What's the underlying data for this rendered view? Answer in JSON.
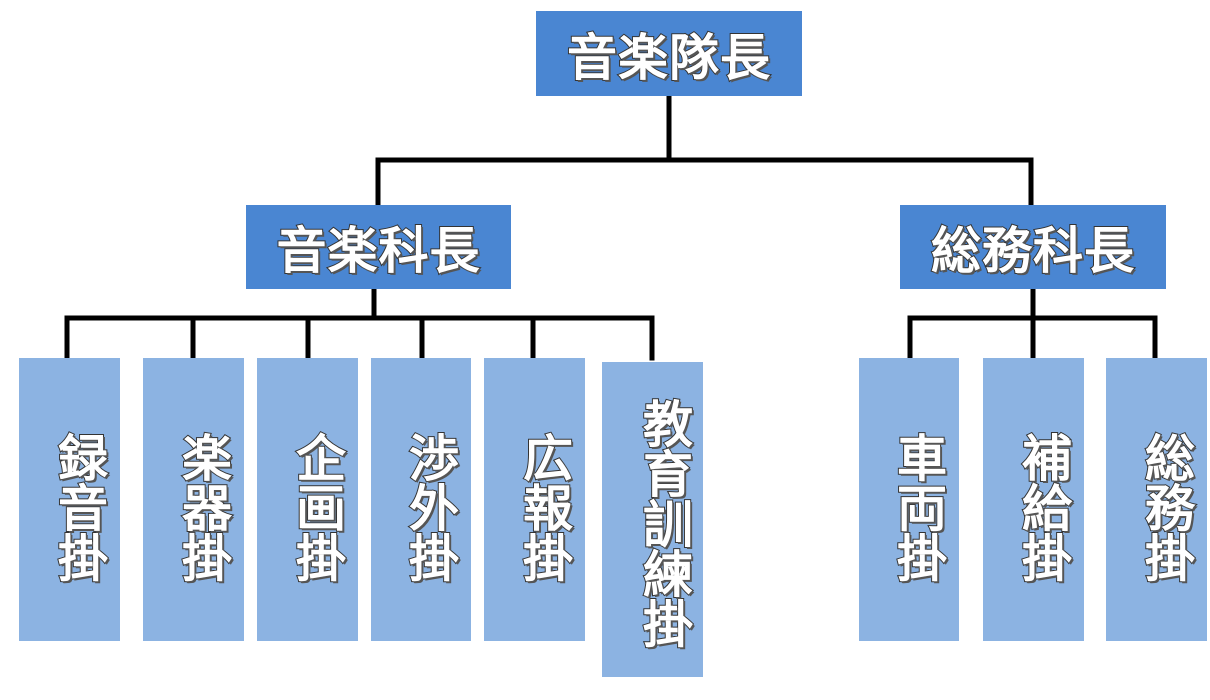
{
  "chart_title": "",
  "root": {
    "label": "音楽隊長"
  },
  "sections": [
    {
      "label": "音楽科長",
      "units": [
        "録音掛",
        "楽器掛",
        "企画掛",
        "渉外掛",
        "広報掛",
        "教育訓練掛"
      ]
    },
    {
      "label": "総務科長",
      "units": [
        "車両掛",
        "補給掛",
        "総務掛"
      ]
    }
  ],
  "colors": {
    "head_box": "#4a86d2",
    "unit_box": "#8cb3e2",
    "connector": "#000000",
    "text": "#ffffff"
  }
}
